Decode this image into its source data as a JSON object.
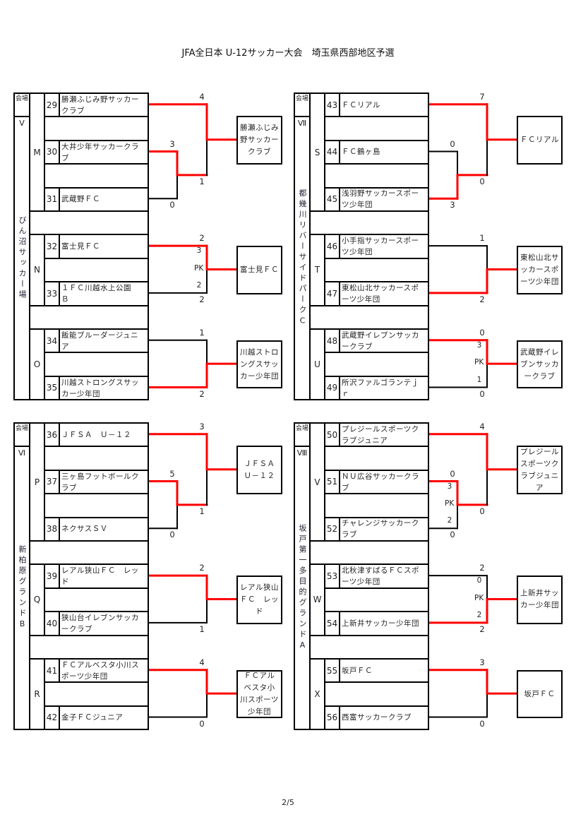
{
  "title": "JFA全日本 U-12サッカー大会　埼玉県西部地区予選",
  "footer": "2/5",
  "colors": {
    "winner_line": "#ff0000",
    "line": "#000000"
  },
  "pk_label": "PK",
  "panels": [
    {
      "venue_header": "会場",
      "venue_numeral": "Ⅴ",
      "venue_name": "びん沼サッカー場",
      "groups": [
        {
          "letter": "M",
          "teams": [
            {
              "no": "29",
              "name": "勝瀬ふじみ野サッカークラブ"
            },
            {
              "no": "30",
              "name": "大井少年サッカークラブ"
            },
            {
              "no": "31",
              "name": "武蔵野ＦＣ"
            }
          ],
          "semi": {
            "top": "3",
            "bottom": "0",
            "winner": "top"
          },
          "final": {
            "top": "4",
            "bottom": "1",
            "winner": "top"
          },
          "winner": "勝瀬ふじみ野サッカークラブ"
        },
        {
          "letter": "N",
          "teams": [
            {
              "no": "32",
              "name": "富士見ＦＣ"
            },
            {
              "no": "33",
              "name": "１ＦＣ川越水上公園　Ｂ"
            }
          ],
          "final": {
            "top": "2",
            "bottom": "2",
            "pk_top": "3",
            "pk_bottom": "2",
            "winner": "top"
          },
          "winner": "富士見ＦＣ"
        },
        {
          "letter": "O",
          "teams": [
            {
              "no": "34",
              "name": "飯能ブルーダージュニア"
            },
            {
              "no": "35",
              "name": "川越ストロングスサッカー少年団"
            }
          ],
          "final": {
            "top": "1",
            "bottom": "2",
            "winner": "bottom"
          },
          "winner": "川越ストロングスサッカー少年団"
        }
      ]
    },
    {
      "venue_header": "会場",
      "venue_numeral": "Ⅶ",
      "venue_name": "都幾川リバーサイドパークC",
      "groups": [
        {
          "letter": "S",
          "teams": [
            {
              "no": "43",
              "name": "ＦＣリアル"
            },
            {
              "no": "44",
              "name": "ＦＣ鶴ヶ島"
            },
            {
              "no": "45",
              "name": "浅羽野サッカースポーツ少年団"
            }
          ],
          "semi": {
            "top": "0",
            "bottom": "3",
            "winner": "bottom"
          },
          "final": {
            "top": "7",
            "bottom": "0",
            "winner": "top"
          },
          "winner": "ＦＣリアル"
        },
        {
          "letter": "T",
          "teams": [
            {
              "no": "46",
              "name": "小手指サッカースポーツ少年団"
            },
            {
              "no": "47",
              "name": "東松山北サッカースポーツ少年団"
            }
          ],
          "final": {
            "top": "1",
            "bottom": "2",
            "winner": "bottom"
          },
          "winner": "東松山北サッカースポーツ少年団"
        },
        {
          "letter": "U",
          "teams": [
            {
              "no": "48",
              "name": "武蔵野イレブンサッカークラブ"
            },
            {
              "no": "49",
              "name": "所沢ファルゴランテｊｒ"
            }
          ],
          "final": {
            "top": "0",
            "bottom": "0",
            "pk_top": "3",
            "pk_bottom": "1",
            "winner": "top"
          },
          "winner": "武蔵野イレブンサッカークラブ"
        }
      ]
    },
    {
      "venue_header": "会場",
      "venue_numeral": "Ⅵ",
      "venue_name": "新柏原グランドB",
      "groups": [
        {
          "letter": "P",
          "teams": [
            {
              "no": "36",
              "name": "ＪＦＳＡ　Ｕ－１２"
            },
            {
              "no": "37",
              "name": "三ヶ島フットボールクラブ"
            },
            {
              "no": "38",
              "name": "ネクサスＳＶ"
            }
          ],
          "semi": {
            "top": "5",
            "bottom": "0",
            "winner": "top"
          },
          "final": {
            "top": "3",
            "bottom": "1",
            "winner": "top"
          },
          "winner": "ＪＦＳＡ　Ｕ－１２"
        },
        {
          "letter": "Q",
          "teams": [
            {
              "no": "39",
              "name": "レアル狭山ＦＣ　レッド"
            },
            {
              "no": "40",
              "name": "狭山台イレブンサッカークラブ"
            }
          ],
          "final": {
            "top": "2",
            "bottom": "1",
            "winner": "top"
          },
          "winner": "レアル狭山ＦＣ　レッド"
        },
        {
          "letter": "R",
          "teams": [
            {
              "no": "41",
              "name": "ＦＣアルベスタ小川スポーツ少年団"
            },
            {
              "no": "42",
              "name": "金子ＦＣジュニア"
            }
          ],
          "final": {
            "top": "4",
            "bottom": "0",
            "winner": "top"
          },
          "winner": "ＦＣアルベスタ小川スポーツ少年団"
        }
      ]
    },
    {
      "venue_header": "会場",
      "venue_numeral": "Ⅷ",
      "venue_name": "坂戸第一多目的グランドA",
      "groups": [
        {
          "letter": "V",
          "teams": [
            {
              "no": "50",
              "name": "プレジールスポーツクラブジュニア"
            },
            {
              "no": "51",
              "name": "ＮＵ広谷サッカークラブ"
            },
            {
              "no": "52",
              "name": "チャレンジサッカークラブ"
            }
          ],
          "semi": {
            "top": "0",
            "bottom": "0",
            "pk_top": "3",
            "pk_bottom": "2",
            "winner": "top"
          },
          "final": {
            "top": "4",
            "bottom": "0",
            "winner": "top"
          },
          "winner": "プレジールスポーツクラブジュニア"
        },
        {
          "letter": "W",
          "teams": [
            {
              "no": "53",
              "name": "北秋津すばるＦＣスポーツ少年団"
            },
            {
              "no": "54",
              "name": "上新井サッカー少年団"
            }
          ],
          "final": {
            "top": "2",
            "bottom": "2",
            "pk_top": "0",
            "pk_bottom": "2",
            "winner": "bottom"
          },
          "winner": "上新井サッカー少年団"
        },
        {
          "letter": "X",
          "teams": [
            {
              "no": "55",
              "name": "坂戸ＦＣ"
            },
            {
              "no": "56",
              "name": "西富サッカークラブ"
            }
          ],
          "final": {
            "top": "3",
            "bottom": "0",
            "winner": "top"
          },
          "winner": "坂戸ＦＣ"
        }
      ]
    }
  ]
}
